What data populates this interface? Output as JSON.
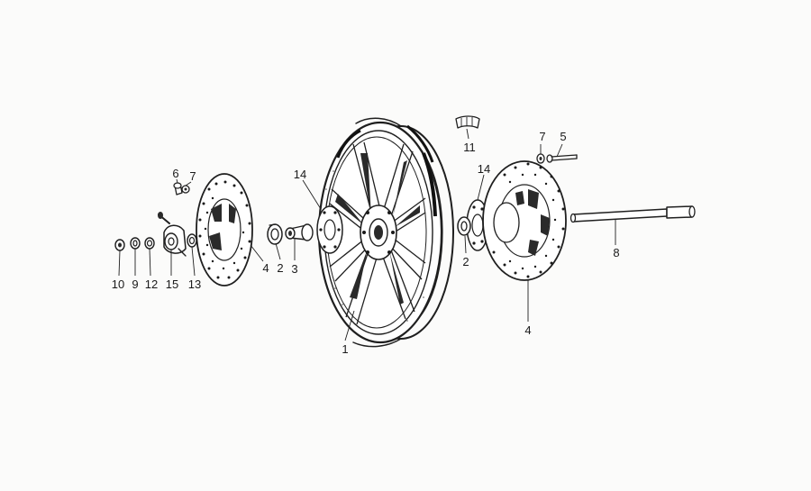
{
  "colors": {
    "ink": "#1f1f1f",
    "paper": "#fbfbfa"
  },
  "callouts": {
    "p1": "1",
    "p2_left": "2",
    "p2_right": "2",
    "p3": "3",
    "p4_left": "4",
    "p4_right": "4",
    "p5": "5",
    "p6": "6",
    "p7_left": "7",
    "p7_right": "7",
    "p8": "8",
    "p9": "9",
    "p10": "10",
    "p11": "11",
    "p12": "12",
    "p13": "13",
    "p14_left": "14",
    "p14_right": "14",
    "p15": "15"
  }
}
